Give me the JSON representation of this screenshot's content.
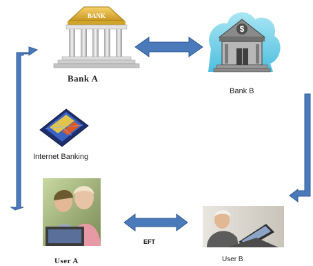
{
  "nodes": {
    "bank_a": {
      "label": "Bank A",
      "sign": "BANK"
    },
    "bank_b": {
      "label": "Bank B",
      "sign": "$"
    },
    "internet_banking": {
      "label": "Internet Banking"
    },
    "user_a": {
      "label": "User A"
    },
    "user_b": {
      "label": "User B"
    }
  },
  "edges": {
    "eft": {
      "label": "EFT"
    }
  },
  "colors": {
    "arrow": "#4a7ab9",
    "arrow_edge": "#2f5a94",
    "gold": "#e2b737",
    "marble": "#e8e8e8",
    "cloud": "#7fd6ea"
  }
}
